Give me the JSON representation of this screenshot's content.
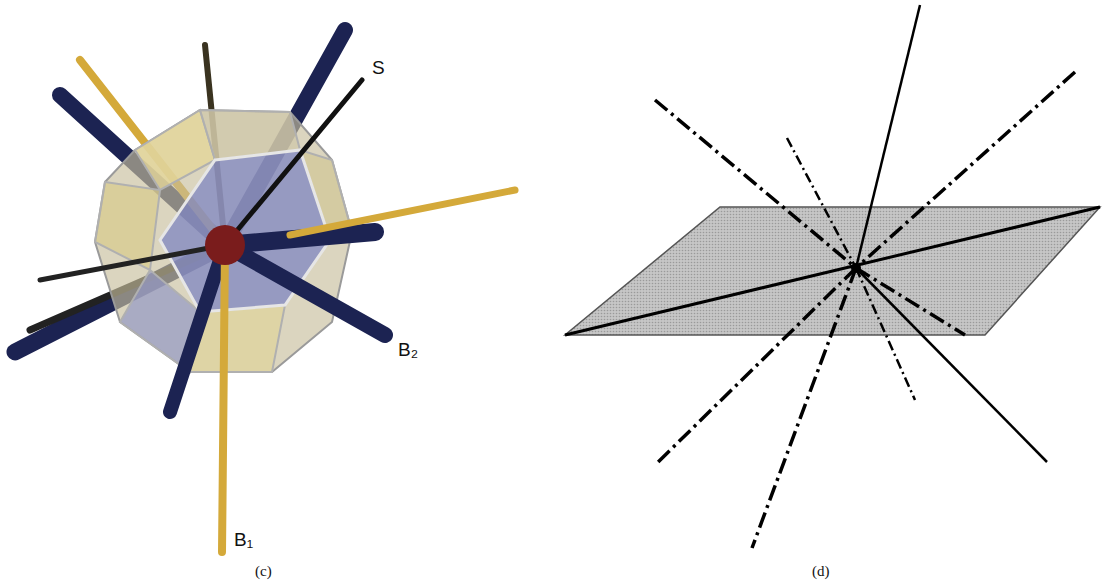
{
  "diagram": {
    "labels": [
      "S",
      "B₂",
      "B₁",
      "(c)",
      "(d)"
    ]
  }
}
